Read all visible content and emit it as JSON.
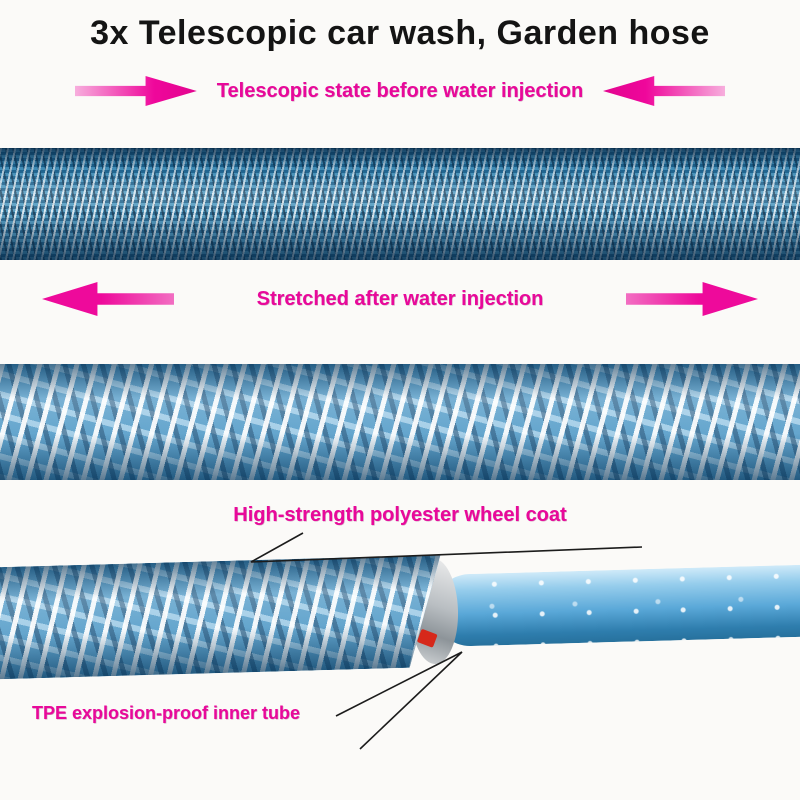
{
  "title": "3x Telescopic car wash, Garden hose",
  "labels": {
    "before_injection": "Telescopic state before water injection",
    "after_injection": "Stretched after water injection",
    "coat": "High-strength polyester wheel coat",
    "inner_tube": "TPE explosion-proof inner tube"
  },
  "colors": {
    "accent_pink": "#e8089a",
    "title_black": "#141414",
    "hose_compressed_blue": "#1e6e9c",
    "hose_stretched_blue": "#5fa9d6",
    "inner_tube_blue": "#5aa8d8",
    "rim_silver": "#b9bec2",
    "red_marker": "#d6281a"
  }
}
